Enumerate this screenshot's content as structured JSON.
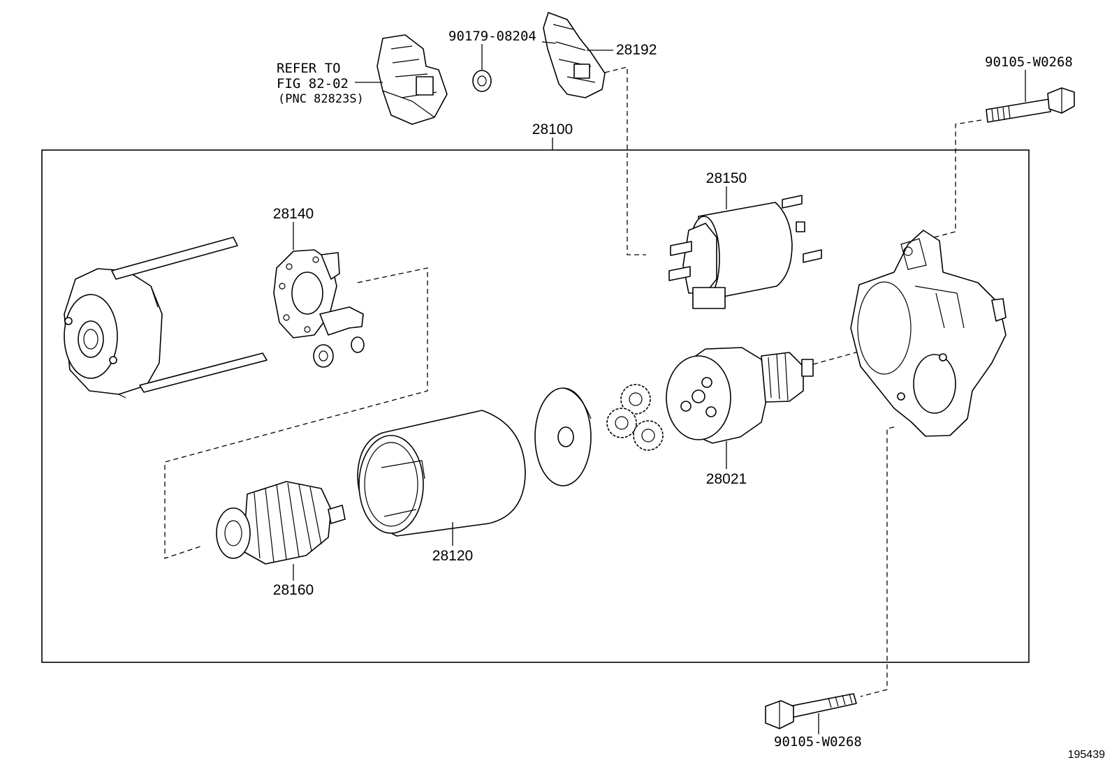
{
  "assembly_label": "28100",
  "callouts": {
    "refer_line1": "REFER TO",
    "refer_line2": "FIG 82-02",
    "refer_line3": "(PNC 82823S)",
    "p90179": "90179-08204",
    "p28192": "28192",
    "p90105_top": "90105-W0268",
    "p90105_bottom": "90105-W0268",
    "p28150": "28150",
    "p28140": "28140",
    "p28021": "28021",
    "p28120": "28120",
    "p28160": "28160"
  },
  "figure_number": "195439"
}
